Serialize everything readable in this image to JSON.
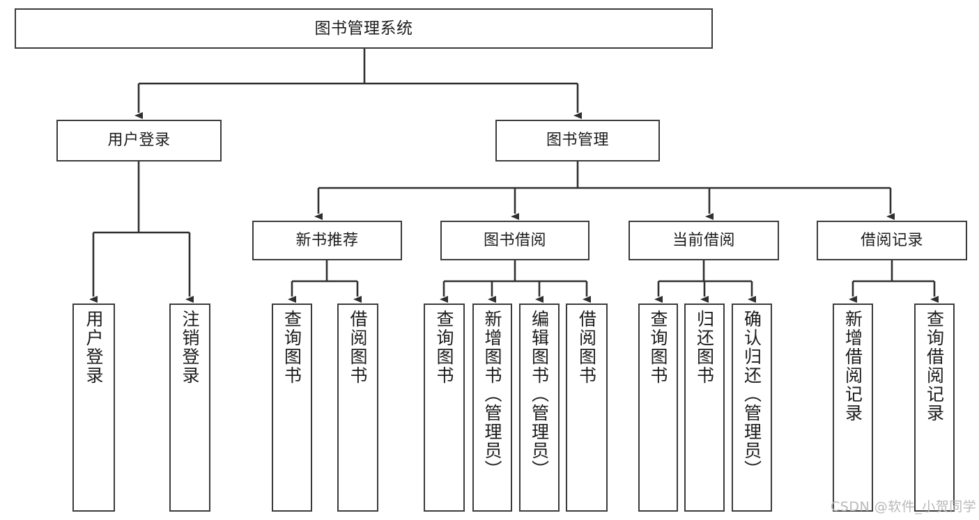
{
  "diagram": {
    "type": "tree-hierarchy",
    "title": "图书管理系统",
    "root": {
      "id": "root",
      "label": "图书管理系统"
    },
    "level1": [
      {
        "id": "user-login",
        "label": "用户登录"
      },
      {
        "id": "book-manage",
        "label": "图书管理"
      }
    ],
    "level2": [
      {
        "id": "new-book-rec",
        "label": "新书推荐",
        "parent": "book-manage"
      },
      {
        "id": "book-borrow",
        "label": "图书借阅",
        "parent": "book-manage"
      },
      {
        "id": "current-borrow",
        "label": "当前借阅",
        "parent": "book-manage"
      },
      {
        "id": "borrow-record",
        "label": "借阅记录",
        "parent": "book-manage"
      }
    ],
    "leaves": [
      {
        "id": "leaf-user-login",
        "label": "用户登录",
        "parent": "user-login"
      },
      {
        "id": "leaf-user-logout",
        "label": "注销登录",
        "parent": "user-login"
      },
      {
        "id": "leaf-rec-query",
        "label": "查询图书",
        "parent": "new-book-rec"
      },
      {
        "id": "leaf-rec-borrow",
        "label": "借阅图书",
        "parent": "new-book-rec"
      },
      {
        "id": "leaf-borrow-query",
        "label": "查询图书",
        "parent": "book-borrow"
      },
      {
        "id": "leaf-borrow-add",
        "label": "新增图书（管理员）",
        "parent": "book-borrow"
      },
      {
        "id": "leaf-borrow-edit",
        "label": "编辑图书（管理员）",
        "parent": "book-borrow"
      },
      {
        "id": "leaf-borrow-lend",
        "label": "借阅图书",
        "parent": "book-borrow"
      },
      {
        "id": "leaf-cur-query",
        "label": "查询图书",
        "parent": "current-borrow"
      },
      {
        "id": "leaf-cur-return",
        "label": "归还图书",
        "parent": "current-borrow"
      },
      {
        "id": "leaf-cur-confirm",
        "label": "确认归还（管理员）",
        "parent": "current-borrow"
      },
      {
        "id": "leaf-rec-add",
        "label": "新增借阅记录",
        "parent": "borrow-record"
      },
      {
        "id": "leaf-rec-query2",
        "label": "查询借阅记录",
        "parent": "borrow-record"
      }
    ]
  },
  "watermark": {
    "text": "CSDN @软件_小贺同学"
  },
  "colors": {
    "box_border": "#3a3a3a",
    "line": "#2f2f2f",
    "background": "#ffffff",
    "watermark": "#b8b8b8"
  }
}
